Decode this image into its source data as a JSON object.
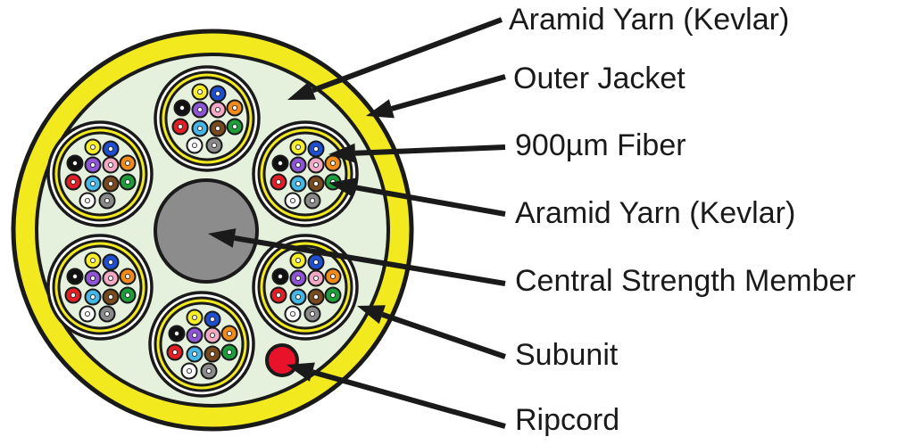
{
  "colors": {
    "outer_jacket": "#f2ea1e",
    "filler": "#e5f0dd",
    "outline": "#1a1a1a",
    "central_member": "#8c8c8c",
    "ripcord": "#e8122a",
    "fiber_cladding": "#ffffff"
  },
  "fiber_colors": [
    "blue-icon",
    "orange-icon",
    "green-icon",
    "brown-icon",
    "slate-icon",
    "white-icon",
    "red-icon",
    "black-icon",
    "yellow-icon",
    "violet-icon",
    "rose-icon",
    "aqua-icon"
  ],
  "fiber_palette": [
    "#1f4fd1",
    "#f08a1c",
    "#1e9e3a",
    "#7a4a1f",
    "#8a8a8a",
    "#ffffff",
    "#e01f26",
    "#111111",
    "#f7ee2a",
    "#8e55d6",
    "#f3a9c4",
    "#45b7e6"
  ],
  "labels": [
    {
      "id": "aramid-outer",
      "text": "Aramid Yarn (Kevlar)"
    },
    {
      "id": "outer-jacket",
      "text": "Outer Jacket"
    },
    {
      "id": "fiber-900",
      "text": "900µm Fiber"
    },
    {
      "id": "aramid-subunit",
      "text": "Aramid Yarn (Kevlar)"
    },
    {
      "id": "central-member",
      "text": "Central Strength Member"
    },
    {
      "id": "subunit",
      "text": "Subunit"
    },
    {
      "id": "ripcord",
      "text": "Ripcord"
    }
  ]
}
